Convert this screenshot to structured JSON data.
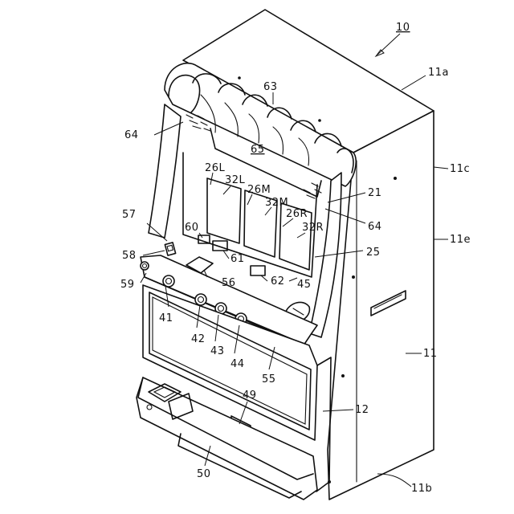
{
  "figure": {
    "ref_main": "10",
    "labels": {
      "l11a": "11a",
      "l11c": "11c",
      "l11e": "11e",
      "l11": "11",
      "l11b": "11b",
      "l12": "12",
      "l21": "21",
      "l25": "25",
      "l26L": "26L",
      "l26M": "26M",
      "l26R": "26R",
      "l32L": "32L",
      "l32M": "32M",
      "l32R": "32R",
      "l41": "41",
      "l42": "42",
      "l43": "43",
      "l44": "44",
      "l45": "45",
      "l49": "49",
      "l50": "50",
      "l55": "55",
      "l56": "56",
      "l57": "57",
      "l58": "58",
      "l59": "59",
      "l60": "60",
      "l61": "61",
      "l62": "62",
      "l63": "63",
      "l64a": "64",
      "l64b": "64",
      "l65": "65"
    }
  }
}
